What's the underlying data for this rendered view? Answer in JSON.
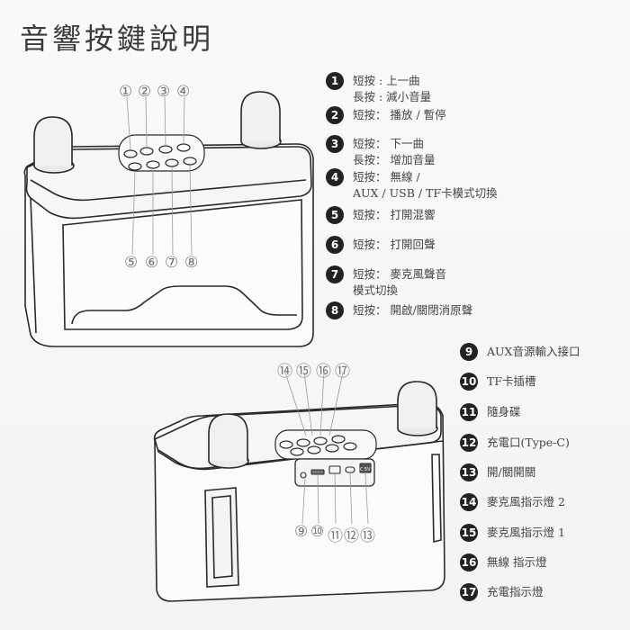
{
  "title": "音響按鍵說明",
  "top_callouts": [
    "①",
    "②",
    "③",
    "④"
  ],
  "bottom_callouts": [
    "⑤",
    "⑥",
    "⑦",
    "⑧"
  ],
  "port_callouts_top": [
    "⑭",
    "⑮",
    "⑯",
    "⑰"
  ],
  "port_callouts_bottom": [
    "⑨",
    "⑩",
    "⑪",
    "⑫",
    "⑬"
  ],
  "port_label_dc": "DC 5V",
  "buttons": [
    {
      "num": "1",
      "lines": [
        "短按 : 上一曲",
        "長按 : 減小音量"
      ]
    },
    {
      "num": "2",
      "lines": [
        "短按： 播放 / 暫停"
      ]
    },
    {
      "num": "3",
      "lines": [
        "短按： 下一曲",
        "長按： 增加音量"
      ]
    },
    {
      "num": "4",
      "lines": [
        "短按： 無線 /",
        "AUX / USB / TF卡模式切換"
      ]
    },
    {
      "num": "5",
      "lines": [
        "短按： 打開混響"
      ]
    },
    {
      "num": "6",
      "lines": [
        "短按： 打開回聲"
      ]
    },
    {
      "num": "7",
      "lines": [
        "短按： 麥克風聲音",
        "模式切換"
      ]
    },
    {
      "num": "8",
      "lines": [
        "短按： 開啟/關閉消原聲"
      ]
    }
  ],
  "ports": [
    {
      "num": "9",
      "label": "AUX音源輸入接口"
    },
    {
      "num": "10",
      "label": "TF卡插槽"
    },
    {
      "num": "11",
      "label": "隨身碟"
    },
    {
      "num": "12",
      "label": "充電口(Type-C)"
    },
    {
      "num": "13",
      "label": "開/關開關"
    },
    {
      "num": "14",
      "label": "麥克風指示燈 2"
    },
    {
      "num": "15",
      "label": "麥克風指示燈 1"
    },
    {
      "num": "16",
      "label": "無線 指示燈"
    },
    {
      "num": "17",
      "label": "充電指示燈"
    }
  ]
}
